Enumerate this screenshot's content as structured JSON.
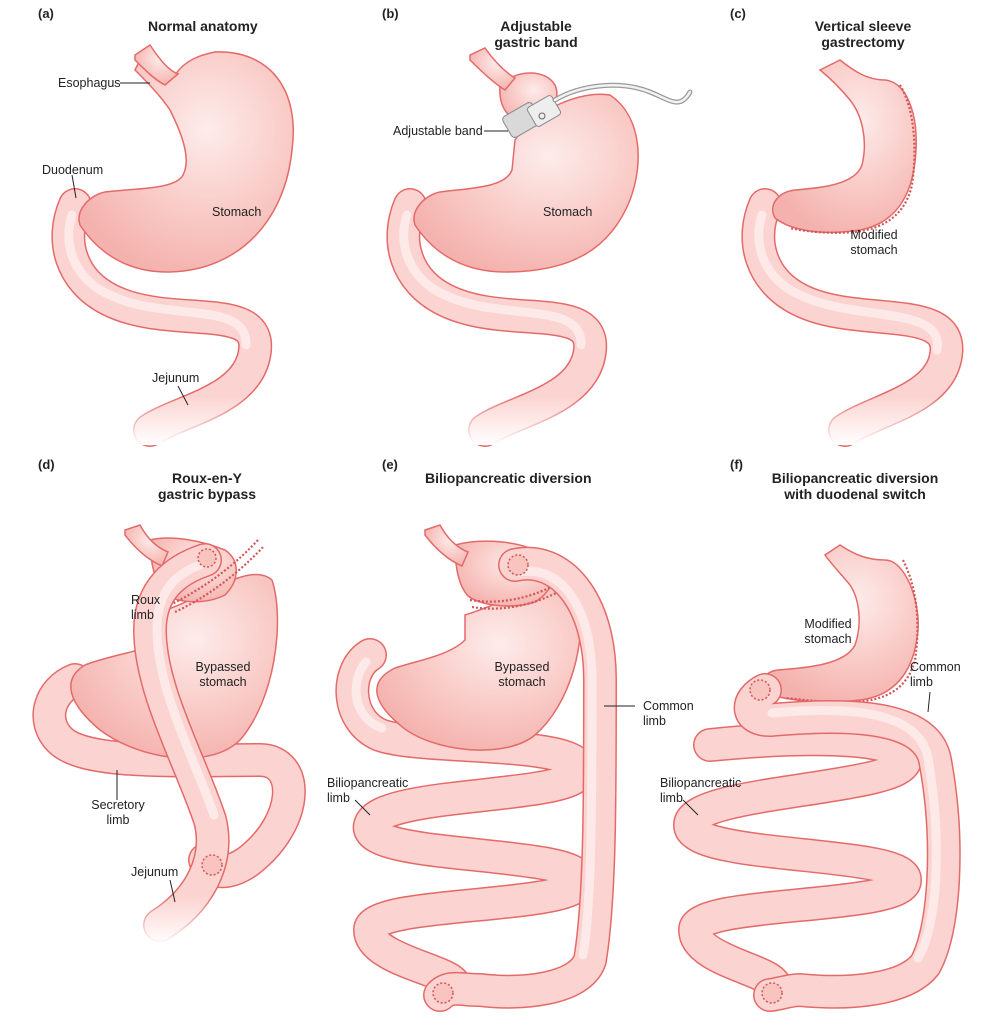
{
  "panels": [
    {
      "letter": "(a)",
      "title": "Normal anatomy",
      "labels": {
        "esophagus": "Esophagus",
        "duodenum": "Duodenum",
        "stomach": "Stomach",
        "jejunum": "Jejunum"
      }
    },
    {
      "letter": "(b)",
      "title_line1": "Adjustable",
      "title_line2": "gastric band",
      "labels": {
        "band": "Adjustable band",
        "stomach": "Stomach"
      }
    },
    {
      "letter": "(c)",
      "title_line1": "Vertical sleeve",
      "title_line2": "gastrectomy",
      "labels": {
        "modified1": "Modified",
        "modified2": "stomach"
      }
    },
    {
      "letter": "(d)",
      "title_line1": "Roux-en-Y",
      "title_line2": "gastric bypass",
      "labels": {
        "roux1": "Roux",
        "roux2": "limb",
        "bypassed1": "Bypassed",
        "bypassed2": "stomach",
        "secretory1": "Secretory",
        "secretory2": "limb",
        "jejunum": "Jejunum"
      }
    },
    {
      "letter": "(e)",
      "title": "Biliopancreatic diversion",
      "labels": {
        "bypassed1": "Bypassed",
        "bypassed2": "stomach",
        "common1": "Common",
        "common2": "limb",
        "bilio1": "Biliopancreatic",
        "bilio2": "limb"
      }
    },
    {
      "letter": "(f)",
      "title_line1": "Biliopancreatic diversion",
      "title_line2": "with duodenal switch",
      "labels": {
        "modified1": "Modified",
        "modified2": "stomach",
        "common1": "Common",
        "common2": "limb",
        "bilio1": "Biliopancreatic",
        "bilio2": "limb"
      }
    }
  ],
  "colors": {
    "tissue_fill": "#f9c9c6",
    "tissue_outline": "#e46a6a",
    "highlight": "#fdebea",
    "band_metal": "#b8b8b8"
  }
}
